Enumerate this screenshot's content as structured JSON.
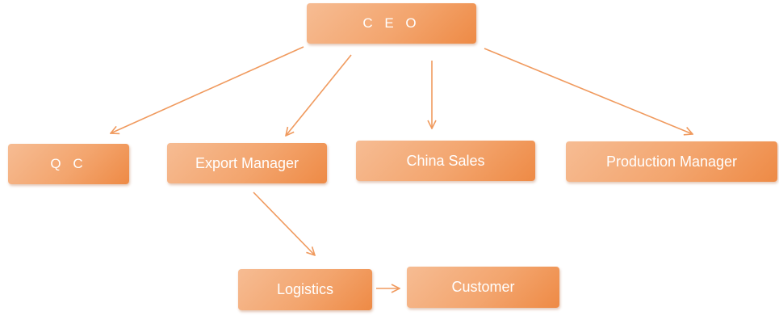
{
  "diagram": {
    "colors": {
      "node_fill_light": "#f6bc93",
      "node_fill_dark": "#ee8a45",
      "edge": "#f09a5e",
      "text": "#ffffff"
    },
    "nodes": [
      {
        "id": "ceo",
        "label": "C E O"
      },
      {
        "id": "qc",
        "label": "Q C"
      },
      {
        "id": "export",
        "label": "Export Manager"
      },
      {
        "id": "china",
        "label": "China Sales"
      },
      {
        "id": "production",
        "label": "Production Manager"
      },
      {
        "id": "logistics",
        "label": "Logistics"
      },
      {
        "id": "customer",
        "label": "Customer"
      }
    ],
    "edges": [
      {
        "from": "ceo",
        "to": "qc"
      },
      {
        "from": "ceo",
        "to": "export"
      },
      {
        "from": "ceo",
        "to": "china"
      },
      {
        "from": "ceo",
        "to": "production"
      },
      {
        "from": "export",
        "to": "logistics"
      },
      {
        "from": "logistics",
        "to": "customer"
      }
    ]
  }
}
